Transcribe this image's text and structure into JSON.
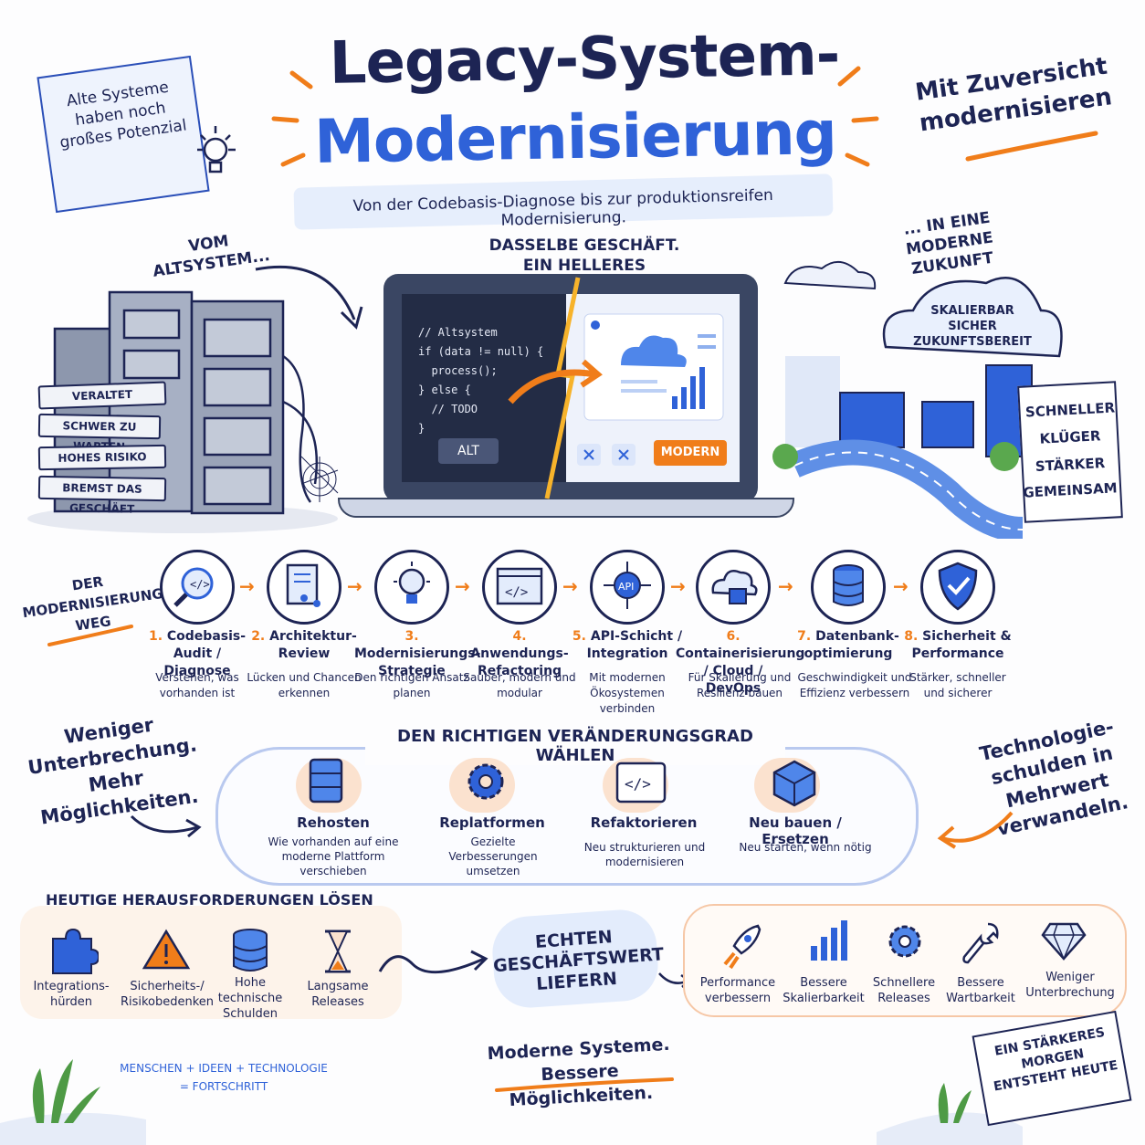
{
  "title": {
    "line1": "Legacy-System-",
    "line2": "Modernisierung"
  },
  "subtitle": "Von der Codebasis-Diagnose bis zur produktionsreifen Modernisierung.",
  "note": "Alte Systeme haben noch großes Potenzial",
  "zuversicht": "Mit Zuversicht modernisieren",
  "vom_altsystem": "VOM ALTSYSTEM...",
  "legacy_signs": [
    "VERALTET",
    "SCHWER ZU WARTEN",
    "HOHES RISIKO",
    "BREMST DAS GESCHÄFT"
  ],
  "laptop": {
    "caption": "DASSELBE GESCHÄFT. EIN HELLERES MORGEN.",
    "code": "// Altsystem\nif (data != null) {\n  process();\n} else {\n  // TODO\n}",
    "old_label": "ALT",
    "new_label": "MODERN"
  },
  "future": {
    "caption": "... IN EINE MODERNE ZUKUNFT",
    "cloud_text": "SKALIERBAR SICHER ZUKUNFTSBEREIT",
    "sign": [
      "SCHNELLER",
      "KLÜGER",
      "STÄRKER",
      "GEMEINSAM"
    ]
  },
  "journey_label": "DER MODERNISIERUNGS-WEG",
  "steps": [
    {
      "num": "1.",
      "title": "Codebasis-Audit / Diagnose",
      "desc": "Verstehen, was vorhanden ist",
      "icon": "magnifier-code-icon"
    },
    {
      "num": "2.",
      "title": "Architektur-Review",
      "desc": "Lücken und Chancen erkennen",
      "icon": "architecture-doc-icon"
    },
    {
      "num": "3.",
      "title": "Modernisierungs-Strategie",
      "desc": "Den richtigen Ansatz planen",
      "icon": "lightbulb-icon"
    },
    {
      "num": "4.",
      "title": "Anwendungs-Refactoring",
      "desc": "Sauber, modern und modular",
      "icon": "code-window-icon"
    },
    {
      "num": "5.",
      "title": "API-Schicht / Integration",
      "desc": "Mit modernen Ökosystemen verbinden",
      "icon": "api-hub-icon"
    },
    {
      "num": "6.",
      "title": "Containerisierung / Cloud / DevOps",
      "desc": "Für Skalierung und Resilienz bauen",
      "icon": "cloud-container-icon"
    },
    {
      "num": "7.",
      "title": "Datenbank-optimierung",
      "desc": "Geschwindigkeit und Effizienz verbessern",
      "icon": "database-icon"
    },
    {
      "num": "8.",
      "title": "Sicherheit & Performance",
      "desc": "Stärker, schneller und sicherer",
      "icon": "shield-check-icon"
    }
  ],
  "left_quote": "Weniger Unterbrechung. Mehr Möglichkeiten.",
  "right_quote": "Technologie-schulden in Mehrwert verwandeln.",
  "change_degree": {
    "title": "DEN RICHTIGEN VERÄNDERUNGSGRAD WÄHLEN",
    "options": [
      {
        "title": "Rehosten",
        "desc": "Wie vorhanden auf eine moderne Plattform verschieben",
        "icon": "server-icon"
      },
      {
        "title": "Replatformen",
        "desc": "Gezielte Verbesserungen umsetzen",
        "icon": "gear-icon"
      },
      {
        "title": "Refaktorieren",
        "desc": "Neu strukturieren und modernisieren",
        "icon": "code-icon"
      },
      {
        "title": "Neu bauen / Ersetzen",
        "desc": "Neu starten, wenn nötig",
        "icon": "cube-icon"
      }
    ]
  },
  "challenges": {
    "title": "HEUTIGE HERAUSFORDERUNGEN LÖSEN",
    "items": [
      {
        "label": "Integrations-hürden",
        "icon": "puzzle-icon"
      },
      {
        "label": "Sicherheits-/ Risikobedenken",
        "icon": "warning-icon"
      },
      {
        "label": "Hohe technische Schulden",
        "icon": "database-stack-icon"
      },
      {
        "label": "Langsame Releases",
        "icon": "hourglass-icon"
      }
    ]
  },
  "value": "ECHTEN GESCHÄFTSWERT LIEFERN",
  "benefits": [
    {
      "label": "Performance verbessern",
      "icon": "rocket-icon"
    },
    {
      "label": "Bessere Skalierbarkeit",
      "icon": "bar-chart-icon"
    },
    {
      "label": "Schnellere Releases",
      "icon": "gear-icon"
    },
    {
      "label": "Bessere Wartbarkeit",
      "icon": "wrench-icon"
    },
    {
      "label": "Weniger Unterbrechung",
      "icon": "diamond-icon"
    }
  ],
  "formula": "MENSCHEN + IDEEN + TECHNOLOGIE = FORTSCHRITT",
  "moderne": "Moderne Systeme. Bessere Möglichkeiten.",
  "morgen": "EIN STÄRKERES MORGEN ENTSTEHT HEUTE",
  "colors": {
    "navy": "#1d2454",
    "blue": "#2f62d8",
    "orange": "#f07d1a",
    "light_blue": "#e6eefc"
  }
}
